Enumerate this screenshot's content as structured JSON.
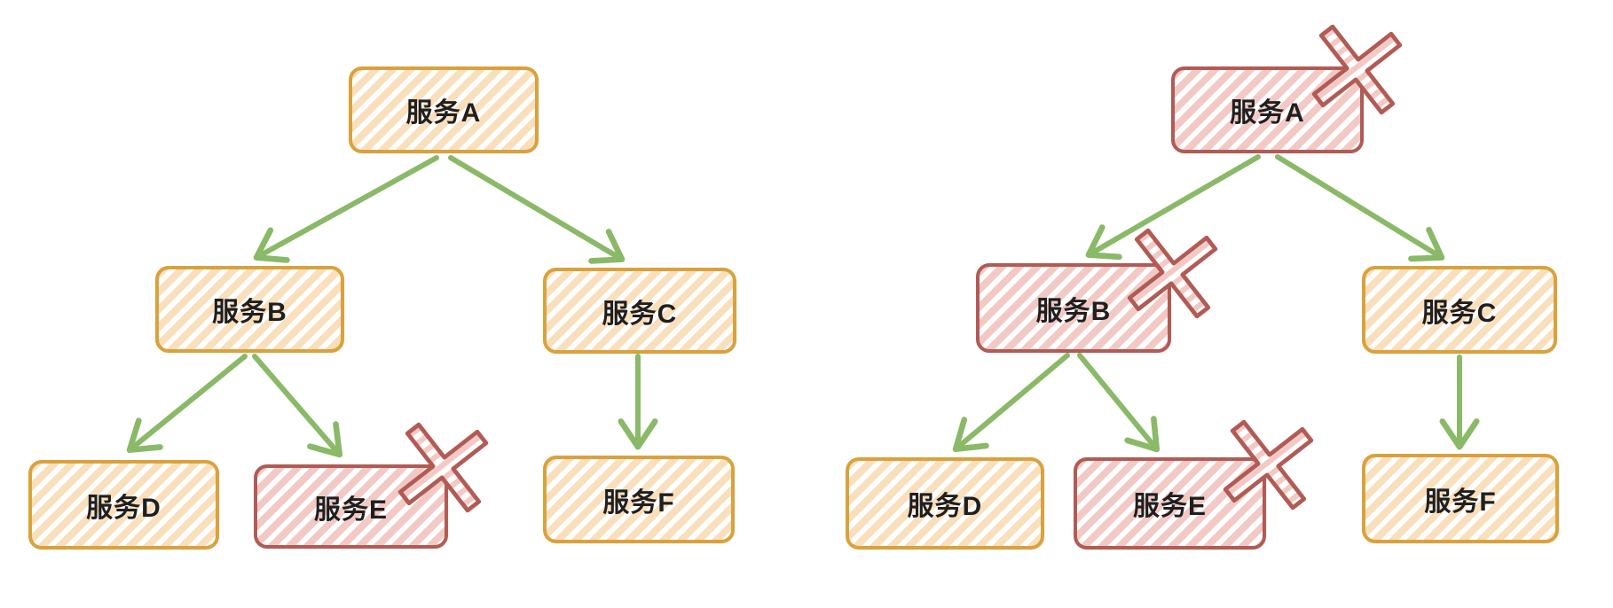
{
  "title": "",
  "colors": {
    "healthy_border": "#d9a23c",
    "healthy_fill": "#f9dfbc",
    "failed_border": "#b25b55",
    "failed_fill": "#f2c9c5",
    "arrow": "#8ab968",
    "text": "#1f1f1f",
    "background": "#ffffff"
  },
  "icons": {
    "failure": "failure-x-icon"
  },
  "diagrams": [
    {
      "id": "left",
      "name": "single-failure-state",
      "nodes": [
        {
          "id": "A",
          "label": "服务A",
          "status": "healthy"
        },
        {
          "id": "B",
          "label": "服务B",
          "status": "healthy"
        },
        {
          "id": "C",
          "label": "服务C",
          "status": "healthy"
        },
        {
          "id": "D",
          "label": "服务D",
          "status": "healthy"
        },
        {
          "id": "E",
          "label": "服务E",
          "status": "failed"
        },
        {
          "id": "F",
          "label": "服务F",
          "status": "healthy"
        }
      ],
      "edges": [
        {
          "from": "A",
          "to": "B"
        },
        {
          "from": "A",
          "to": "C"
        },
        {
          "from": "B",
          "to": "D"
        },
        {
          "from": "B",
          "to": "E"
        },
        {
          "from": "C",
          "to": "F"
        }
      ],
      "failed_nodes": [
        "E"
      ]
    },
    {
      "id": "right",
      "name": "cascading-failure-state",
      "nodes": [
        {
          "id": "A",
          "label": "服务A",
          "status": "failed"
        },
        {
          "id": "B",
          "label": "服务B",
          "status": "failed"
        },
        {
          "id": "C",
          "label": "服务C",
          "status": "healthy"
        },
        {
          "id": "D",
          "label": "服务D",
          "status": "healthy"
        },
        {
          "id": "E",
          "label": "服务E",
          "status": "failed"
        },
        {
          "id": "F",
          "label": "服务F",
          "status": "healthy"
        }
      ],
      "edges": [
        {
          "from": "A",
          "to": "B"
        },
        {
          "from": "A",
          "to": "C"
        },
        {
          "from": "B",
          "to": "D"
        },
        {
          "from": "B",
          "to": "E"
        },
        {
          "from": "C",
          "to": "F"
        }
      ],
      "failed_nodes": [
        "A",
        "B",
        "E"
      ]
    }
  ]
}
